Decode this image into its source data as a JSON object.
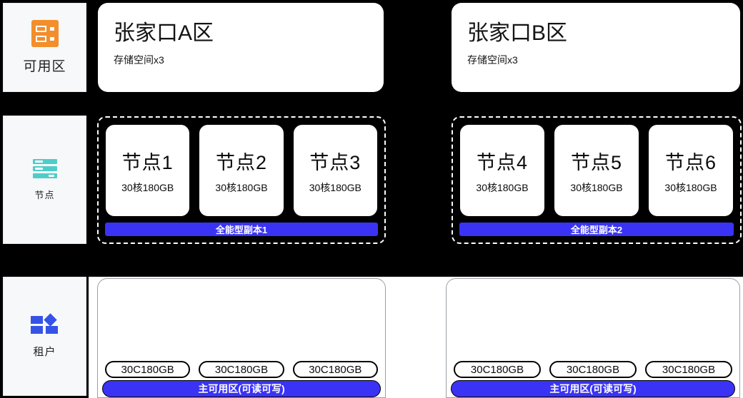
{
  "colors": {
    "background": "#000000",
    "card": "#ffffff",
    "sidebar_bg": "#f7f8fa",
    "accent_blue": "#3a33f5",
    "az_icon_orange": "#f28e2b",
    "node_icon_teal": "#4ecdc8",
    "tenant_icon_blue": "#3653e8",
    "text": "#141414"
  },
  "sidebar": {
    "items": [
      {
        "label": "可用区",
        "icon": "availability-zone-icon"
      },
      {
        "label": "节点",
        "icon": "server-stack-icon"
      },
      {
        "label": "租户",
        "icon": "tenant-blocks-icon"
      }
    ]
  },
  "zones": [
    {
      "title": "张家口A区",
      "subtitle": "存储空间x3"
    },
    {
      "title": "张家口B区",
      "subtitle": "存储空间x3"
    }
  ],
  "node_groups": [
    {
      "replica_label": "全能型副本1",
      "nodes": [
        {
          "name": "节点1",
          "spec": "30核180GB"
        },
        {
          "name": "节点2",
          "spec": "30核180GB"
        },
        {
          "name": "节点3",
          "spec": "30核180GB"
        }
      ]
    },
    {
      "replica_label": "全能型副本2",
      "nodes": [
        {
          "name": "节点4",
          "spec": "30核180GB"
        },
        {
          "name": "节点5",
          "spec": "30核180GB"
        },
        {
          "name": "节点6",
          "spec": "30核180GB"
        }
      ]
    }
  ],
  "tenants": [
    {
      "pills": [
        "30C180GB",
        "30C180GB",
        "30C180GB"
      ],
      "bar_label": "主可用区(可读可写)"
    },
    {
      "pills": [
        "30C180GB",
        "30C180GB",
        "30C180GB"
      ],
      "bar_label": "主可用区(可读可写)"
    }
  ]
}
